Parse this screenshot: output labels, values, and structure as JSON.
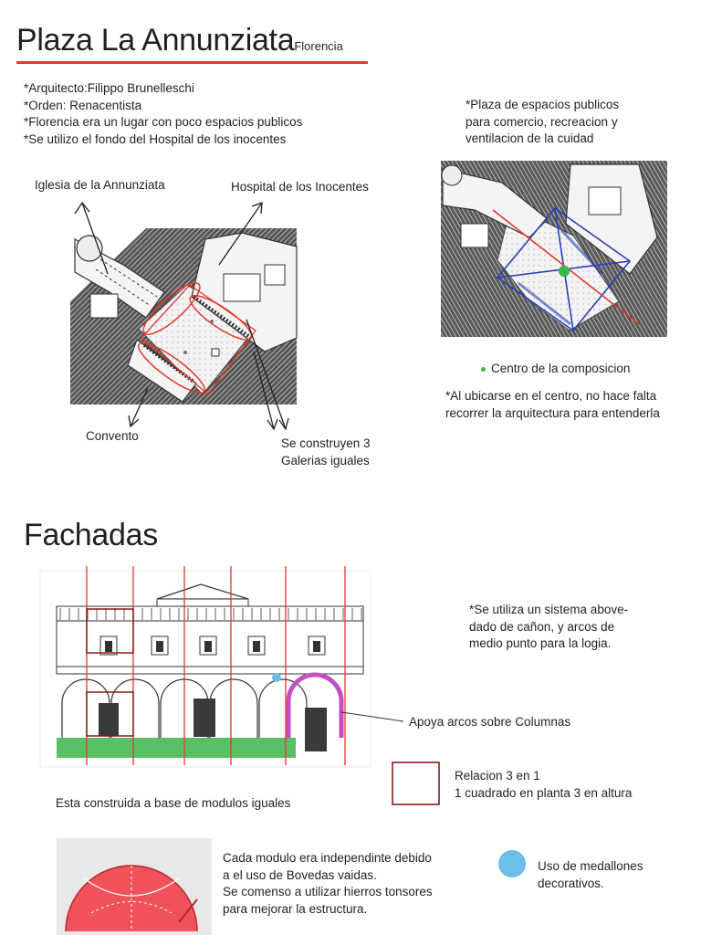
{
  "header": {
    "title": "Plaza La Annunziata",
    "subtitle": "Florencia"
  },
  "intro": {
    "lines": [
      "*Arquitecto:Filippo Brunelleschi",
      "*Orden: Renacentista",
      "*Florencia era un lugar con poco espacios publicos",
      "*Se utilizo el fondo del Hospital de los inocentes"
    ]
  },
  "plan_labels": {
    "church": "Iglesia de la Annunziata",
    "hospital": "Hospital de los Inocentes",
    "convent": "Convento",
    "galleries_1": "Se construyen 3",
    "galleries_2": "Galerias iguales"
  },
  "right_note": {
    "lines": [
      "*Plaza de espacios publicos",
      "para comercio, recreacion y",
      "ventilacion de la cuidad"
    ]
  },
  "composition": {
    "legend_label": "Centro de la composicion",
    "legend_color": "#3cb54a",
    "note_1": "*Al ubicarse en el centro, no hace falta",
    "note_2": "recorrer la arquitectura para entenderla"
  },
  "facades": {
    "heading": "Fachadas",
    "vault_note": [
      "*Se utiliza un sistema above-",
      "dado de cañon, y arcos de",
      "medio punto para la logia."
    ],
    "arches_label": "Apoya arcos sobre Columnas",
    "modules_label": "Esta construida a base de modulos iguales",
    "ratio_1": "Relacion 3 en 1",
    "ratio_2": "1 cuadrado en planta 3 en altura"
  },
  "bottom": {
    "module_note": [
      "Cada modulo era independinte debido",
      "a el uso de Bovedas vaidas.",
      "Se comenso a utilizar hierros tonsores",
      "para mejorar la estructura."
    ],
    "medallion_1": "Uso de medallones",
    "medallion_2": "decorativos."
  },
  "colors": {
    "accent_red": "#e03a2f",
    "module_red": "#8b1a1a",
    "green": "#3cb54a",
    "blue": "#2b3fb8",
    "medallion_blue": "#6bbfe8",
    "magenta": "#c44fc4",
    "vault_red": "#f0525a"
  }
}
